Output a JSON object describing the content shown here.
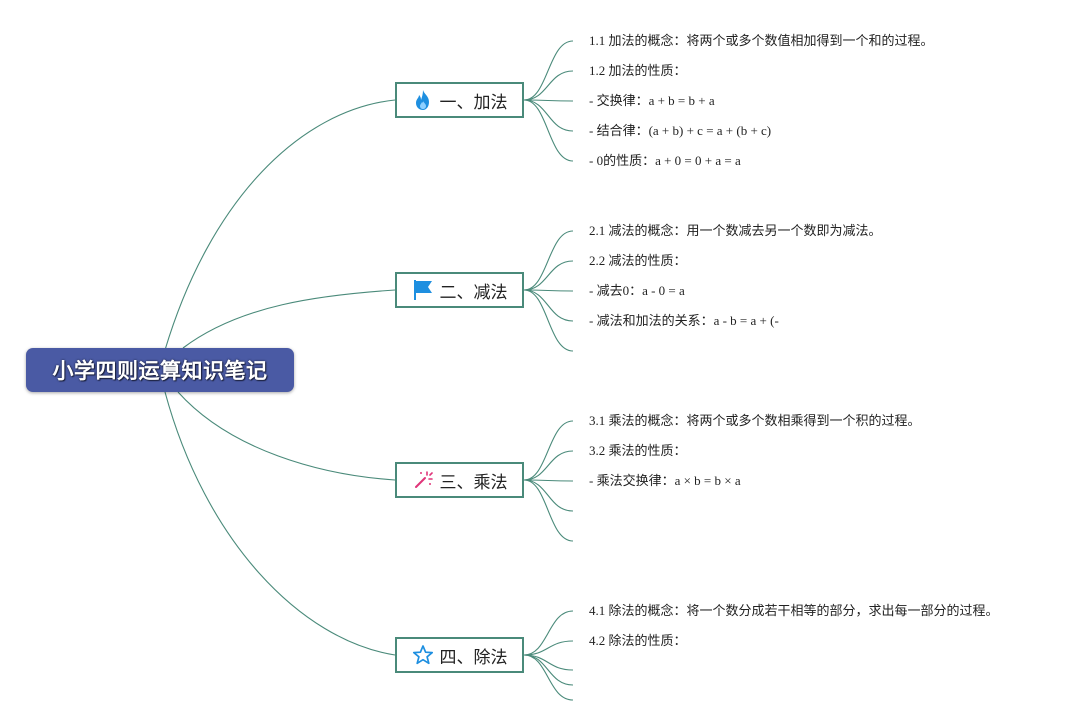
{
  "root": {
    "label": "小学四则运算知识笔记"
  },
  "branches": [
    {
      "label": "一、加法",
      "icon": "fire-icon",
      "color": "#1e8fe0",
      "leaves": [
        "1.1 加法的概念：将两个或多个数值相加得到一个和的过程。",
        "1.2 加法的性质：",
        "- 交换律：a + b = b + a",
        "- 结合律：(a + b) + c = a + (b + c)",
        "- 0的性质：a + 0 = 0 + a = a"
      ]
    },
    {
      "label": "二、减法",
      "icon": "flag-icon",
      "color": "#1e8fe0",
      "leaves": [
        "2.1 减法的概念：用一个数减去另一个数即为减法。",
        "2.2 减法的性质：",
        "- 减去0：a - 0 = a",
        "- 减法和加法的关系：a - b = a + (-",
        ""
      ]
    },
    {
      "label": "三、乘法",
      "icon": "magic-wand-icon",
      "color": "#e0357a",
      "leaves": [
        "3.1 乘法的概念：将两个或多个数相乘得到一个积的过程。",
        "3.2 乘法的性质：",
        "- 乘法交换律：a × b = b × a",
        "",
        ""
      ]
    },
    {
      "label": "四、除法",
      "icon": "star-icon",
      "color": "#1e8fe0",
      "leaves": [
        "4.1 除法的概念：将一个数分成若干相等的部分，求出每一部分的过程。",
        "4.2 除法的性质：",
        "",
        "",
        ""
      ]
    }
  ],
  "colors": {
    "root_fill": "#4a5aa4",
    "branch_border": "#4a8a7a",
    "connector": "#4a8a7a"
  }
}
